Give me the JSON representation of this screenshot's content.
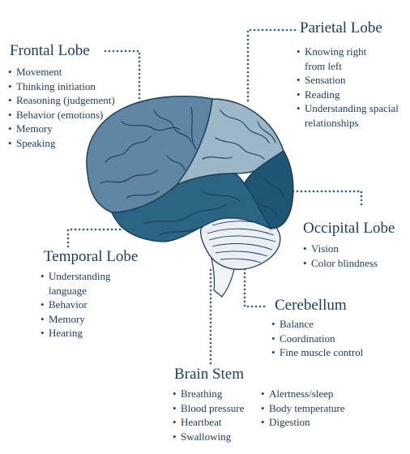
{
  "colors": {
    "frontal": "#5f87a3",
    "parietal": "#9bb7c8",
    "temporal": "#2a6584",
    "occipital": "#1d5573",
    "cerebellum": "#e9eff4",
    "text": "#1c3b5e",
    "leader": "#2b5d82"
  },
  "lobes": [
    {
      "id": "frontal",
      "title": "Frontal Lobe",
      "functions": [
        "Movement",
        "Thinking initiation",
        "Reasoning (judgement)",
        "Behavior (emotions)",
        "Memory",
        "Speaking"
      ]
    },
    {
      "id": "parietal",
      "title": "Parietal Lobe",
      "functions": [
        "Knowing right from left",
        "Sensation",
        "Reading",
        "Understanding spacial relationships"
      ]
    },
    {
      "id": "occipital",
      "title": "Occipital Lobe",
      "functions": [
        "Vision",
        "Color blindness"
      ]
    },
    {
      "id": "temporal",
      "title": "Temporal Lobe",
      "functions": [
        "Understanding language",
        "Behavior",
        "Memory",
        "Hearing"
      ]
    },
    {
      "id": "cerebellum",
      "title": "Cerebellum",
      "functions": [
        "Balance",
        "Coordination",
        "Fine muscle control"
      ]
    },
    {
      "id": "brainstem",
      "title": "Brain Stem",
      "functions": [
        "Breathing",
        "Blood pressure",
        "Heartbeat",
        "Swallowing",
        "Alertness/sleep",
        "Body temperature",
        "Digestion"
      ]
    }
  ]
}
